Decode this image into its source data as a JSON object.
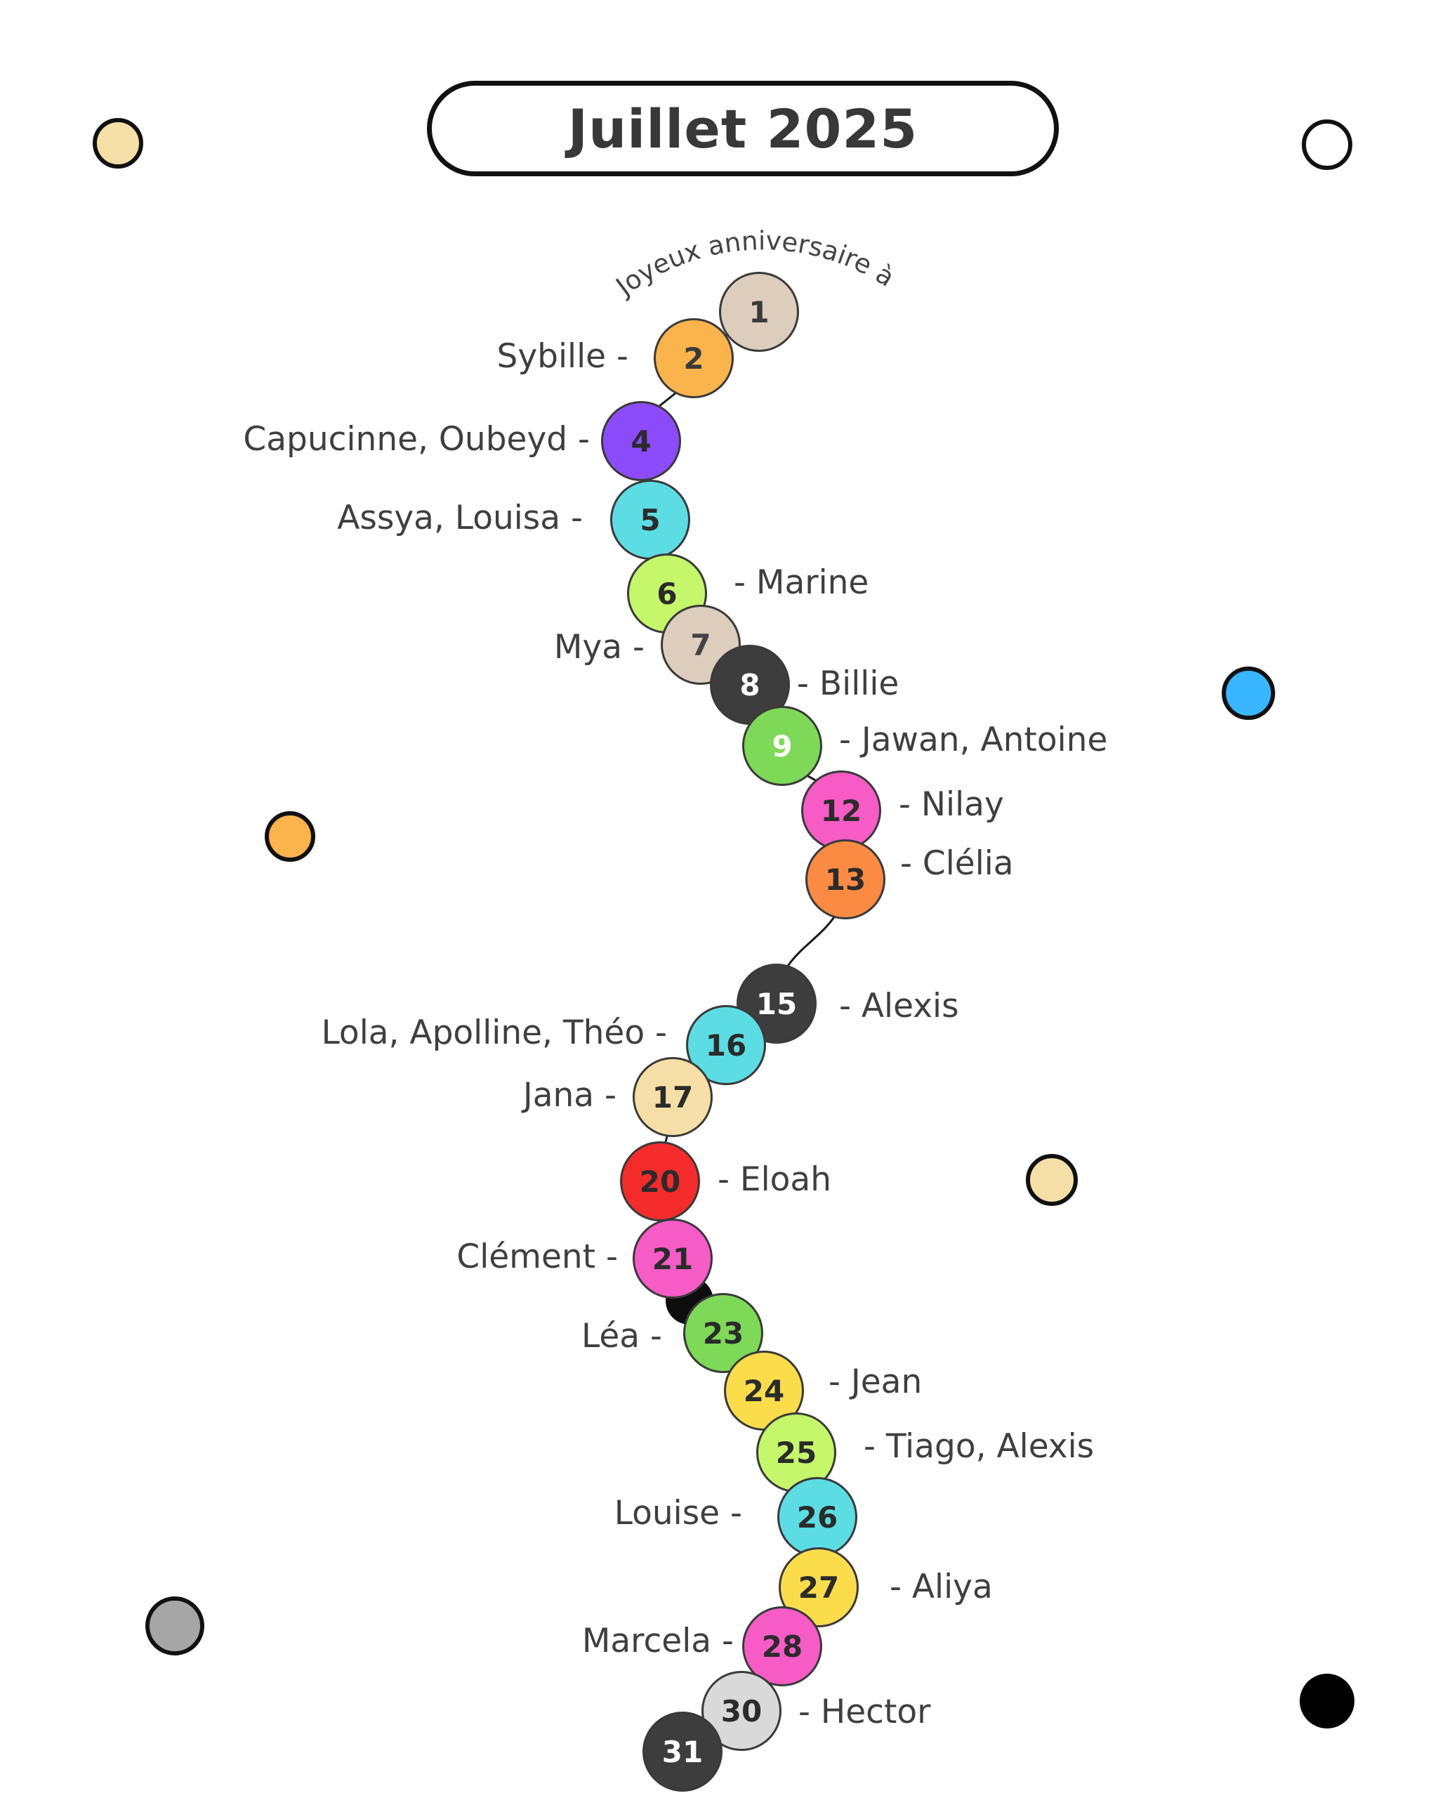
{
  "header": {
    "title": "Juillet 2025"
  },
  "arc_caption": "Joyeux anniversaire à",
  "days": [
    {
      "day": "1",
      "names": "",
      "side": "left",
      "color": "#dccdbd",
      "text": "#3a3a3a"
    },
    {
      "day": "2",
      "names": "Sybille -",
      "side": "left",
      "color": "#fbb34b",
      "text": "#3a3a3a"
    },
    {
      "day": "4",
      "names": "Capucinne, Oubeyd -",
      "side": "left",
      "color": "#8c4bfb",
      "text": "#2b2b2b"
    },
    {
      "day": "5",
      "names": "Assya, Louisa -",
      "side": "left",
      "color": "#5cdde4",
      "text": "#2b2b2b"
    },
    {
      "day": "6",
      "names": "- Marine",
      "side": "right",
      "color": "#c5f76a",
      "text": "#2b2b2b"
    },
    {
      "day": "7",
      "names": "Mya -",
      "side": "left",
      "color": "#dccdbd",
      "text": "#444444"
    },
    {
      "day": "8",
      "names": "- Billie",
      "side": "right",
      "color": "#3d3d3d",
      "text": "#ffffff"
    },
    {
      "day": "9",
      "names": "- Jawan, Antoine",
      "side": "right",
      "color": "#7ed957",
      "text": "#ffffff"
    },
    {
      "day": "12",
      "names": "- Nilay",
      "side": "right",
      "color": "#f65bc6",
      "text": "#2b2b2b"
    },
    {
      "day": "13",
      "names": "- Clélia",
      "side": "right",
      "color": "#fb8b43",
      "text": "#2b2b2b"
    },
    {
      "day": "15",
      "names": "- Alexis",
      "side": "right",
      "color": "#3d3d3d",
      "text": "#ffffff"
    },
    {
      "day": "16",
      "names": "Lola, Apolline, Théo -",
      "side": "left",
      "color": "#5cdde4",
      "text": "#2b2b2b"
    },
    {
      "day": "17",
      "names": "Jana -",
      "side": "left",
      "color": "#f6dfa6",
      "text": "#2b2b2b"
    },
    {
      "day": "20",
      "names": "- Eloah",
      "side": "right",
      "color": "#f52b2b",
      "text": "#2b2b2b"
    },
    {
      "day": "21",
      "names": "Clément -",
      "side": "left",
      "color": "#f65bc6",
      "text": "#2b2b2b"
    },
    {
      "day": "23",
      "names": "Léa -",
      "side": "left",
      "color": "#7ed957",
      "text": "#2b2b2b"
    },
    {
      "day": "24",
      "names": "- Jean",
      "side": "right",
      "color": "#fbdd4b",
      "text": "#2b2b2b"
    },
    {
      "day": "25",
      "names": "- Tiago, Alexis",
      "side": "right",
      "color": "#c5f76a",
      "text": "#2b2b2b"
    },
    {
      "day": "26",
      "names": "Louise -",
      "side": "left",
      "color": "#5cdde4",
      "text": "#2b2b2b"
    },
    {
      "day": "27",
      "names": "- Aliya",
      "side": "right",
      "color": "#fbdd4b",
      "text": "#2b2b2b"
    },
    {
      "day": "28",
      "names": "Marcela -",
      "side": "left",
      "color": "#f65bc6",
      "text": "#2b2b2b"
    },
    {
      "day": "30",
      "names": "- Hector",
      "side": "right",
      "color": "#d9d9d9",
      "text": "#2b2b2b"
    },
    {
      "day": "31",
      "names": "",
      "side": "left",
      "color": "#3d3d3d",
      "text": "#ffffff"
    }
  ],
  "decorative_dots": [
    {
      "color": "#f6dfa6"
    },
    {
      "color": "#ffffff"
    },
    {
      "color": "#38b6ff"
    },
    {
      "color": "#fbb34b"
    },
    {
      "color": "#f6dfa6"
    },
    {
      "color": "#a6a6a6"
    },
    {
      "color": "#000000"
    }
  ]
}
